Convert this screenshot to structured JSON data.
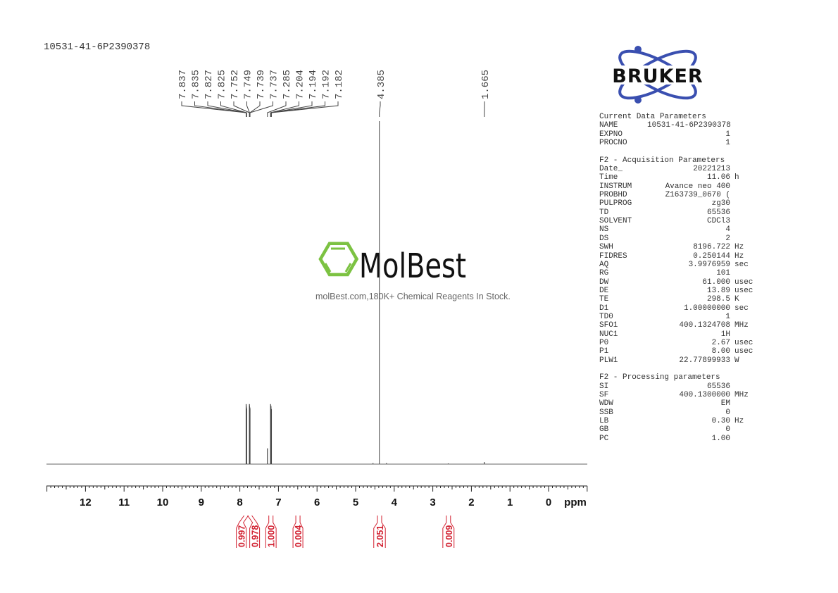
{
  "sample_title": "10531-41-6P2390378",
  "logos": {
    "bruker": "BRUKER",
    "molbest": "MolBest",
    "molbest_tagline": "molBest.com,180K+ Chemical Reagents In Stock."
  },
  "colors": {
    "spectrum": "#555555",
    "integral": "#d22030",
    "bruker_blue": "#3a4fb0",
    "molbest_green": "#7cc242",
    "text": "#333333"
  },
  "chart_data": {
    "type": "line",
    "title": "",
    "xlabel": "ppm",
    "xlim": [
      13.0,
      -1.0
    ],
    "x_reversed": true,
    "x_ticks": [
      12,
      11,
      10,
      9,
      8,
      7,
      6,
      5,
      4,
      3,
      2,
      1,
      0
    ],
    "x_tick_labels": [
      "12",
      "11",
      "10",
      "9",
      "8",
      "7",
      "6",
      "5",
      "4",
      "3",
      "2",
      "1",
      "0"
    ],
    "grid": false,
    "peak_labels": [
      "7.837",
      "7.835",
      "7.827",
      "7.825",
      "7.752",
      "7.749",
      "7.739",
      "7.737",
      "7.285",
      "7.204",
      "7.194",
      "7.192",
      "7.182",
      "4.385",
      "1.665"
    ],
    "peaks": [
      {
        "ppm": 7.837,
        "intensity": 17.5
      },
      {
        "ppm": 7.835,
        "intensity": 17.0
      },
      {
        "ppm": 7.827,
        "intensity": 16.5
      },
      {
        "ppm": 7.825,
        "intensity": 16.0
      },
      {
        "ppm": 7.752,
        "intensity": 17.5
      },
      {
        "ppm": 7.749,
        "intensity": 17.0
      },
      {
        "ppm": 7.739,
        "intensity": 16.5
      },
      {
        "ppm": 7.737,
        "intensity": 16.0
      },
      {
        "ppm": 7.285,
        "intensity": 4.6
      },
      {
        "ppm": 7.204,
        "intensity": 17.5
      },
      {
        "ppm": 7.194,
        "intensity": 17.0
      },
      {
        "ppm": 7.192,
        "intensity": 16.5
      },
      {
        "ppm": 7.182,
        "intensity": 16.0
      },
      {
        "ppm": 4.55,
        "intensity": 0.3
      },
      {
        "ppm": 4.385,
        "intensity": 100
      },
      {
        "ppm": 4.2,
        "intensity": 0.3
      },
      {
        "ppm": 2.6,
        "intensity": 0.2
      },
      {
        "ppm": 1.665,
        "intensity": 0.6
      }
    ],
    "integrals": [
      {
        "range": [
          7.87,
          7.8
        ],
        "value": "0.997"
      },
      {
        "range": [
          7.78,
          7.71
        ],
        "value": "0.978"
      },
      {
        "range": [
          7.33,
          7.06
        ],
        "value": "1.000"
      },
      {
        "range": [
          6.62,
          6.37
        ],
        "value": "0.004"
      },
      {
        "range": [
          4.53,
          4.23
        ],
        "value": "2.051"
      },
      {
        "range": [
          2.74,
          2.45
        ],
        "value": "0.009"
      }
    ]
  },
  "params": {
    "current_header": "Current Data Parameters",
    "current": [
      {
        "k": "NAME",
        "v": "10531-41-6P2390378",
        "u": ""
      },
      {
        "k": "EXPNO",
        "v": "1",
        "u": ""
      },
      {
        "k": "PROCNO",
        "v": "1",
        "u": ""
      }
    ],
    "acq_header": "F2 - Acquisition Parameters",
    "acq": [
      {
        "k": "Date_",
        "v": "20221213",
        "u": ""
      },
      {
        "k": "Time",
        "v": "11.06",
        "u": "h"
      },
      {
        "k": "INSTRUM",
        "v": "Avance neo 400",
        "u": ""
      },
      {
        "k": "PROBHD",
        "v": "Z163739_0670 (",
        "u": ""
      },
      {
        "k": "PULPROG",
        "v": "zg30",
        "u": ""
      },
      {
        "k": "TD",
        "v": "65536",
        "u": ""
      },
      {
        "k": "SOLVENT",
        "v": "CDCl3",
        "u": ""
      },
      {
        "k": "NS",
        "v": "4",
        "u": ""
      },
      {
        "k": "DS",
        "v": "2",
        "u": ""
      },
      {
        "k": "SWH",
        "v": "8196.722",
        "u": "Hz"
      },
      {
        "k": "FIDRES",
        "v": "0.250144",
        "u": "Hz"
      },
      {
        "k": "AQ",
        "v": "3.9976959",
        "u": "sec"
      },
      {
        "k": "RG",
        "v": "101",
        "u": ""
      },
      {
        "k": "DW",
        "v": "61.000",
        "u": "usec"
      },
      {
        "k": "DE",
        "v": "13.89",
        "u": "usec"
      },
      {
        "k": "TE",
        "v": "298.5",
        "u": "K"
      },
      {
        "k": "D1",
        "v": "1.00000000",
        "u": "sec"
      },
      {
        "k": "TD0",
        "v": "1",
        "u": ""
      },
      {
        "k": "SFO1",
        "v": "400.1324708",
        "u": "MHz"
      },
      {
        "k": "NUC1",
        "v": "1H",
        "u": ""
      },
      {
        "k": "P0",
        "v": "2.67",
        "u": "usec"
      },
      {
        "k": "P1",
        "v": "8.00",
        "u": "usec"
      },
      {
        "k": "PLW1",
        "v": "22.77899933",
        "u": "W"
      }
    ],
    "proc_header": "F2 - Processing parameters",
    "proc": [
      {
        "k": "SI",
        "v": "65536",
        "u": ""
      },
      {
        "k": "SF",
        "v": "400.1300000",
        "u": "MHz"
      },
      {
        "k": "WDW",
        "v": "EM",
        "u": ""
      },
      {
        "k": "SSB",
        "v": "0",
        "u": ""
      },
      {
        "k": "LB",
        "v": "0.30",
        "u": "Hz"
      },
      {
        "k": "GB",
        "v": "0",
        "u": ""
      },
      {
        "k": "PC",
        "v": "1.00",
        "u": ""
      }
    ]
  }
}
